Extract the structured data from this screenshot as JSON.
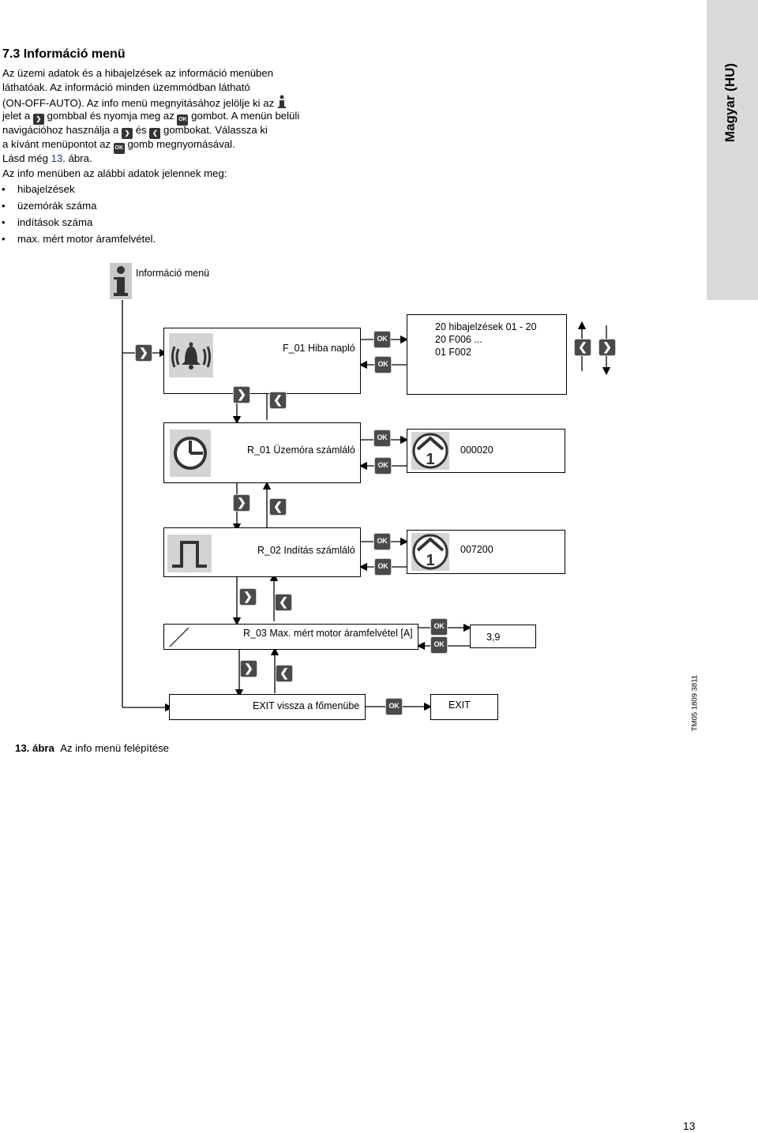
{
  "section_heading": "7.3 Információ menü",
  "intro": {
    "line1": "Az üzemi adatok és a hibajelzések az információ menüben",
    "line2": "láthatóak. Az információ minden üzemmódban látható",
    "line3a": "(ON-OFF-AUTO). Az info menü megnyitásához jelölje ki az",
    "line4a": "jelet a",
    "line4b": "gombbal és nyomja meg az",
    "line4c": "gombot. A menün belüli",
    "line5a": "navigációhoz használja a",
    "line5b": "és",
    "line5c": "gombokat. Válassza ki",
    "line6a": "a kívánt menüpontot az",
    "line6b": "gomb megnyomásával.",
    "line7a": "Lásd még",
    "line7_link": "13",
    "line7b": ". ábra.",
    "line8": "Az info menüben az alábbi adatok jelennek meg:"
  },
  "bullets": [
    "hibajelzések",
    "üzemórák száma",
    "indítások száma",
    "max. mért motor áramfelvétel."
  ],
  "side_tab": "Magyar (HU)",
  "diagram": {
    "title": "Információ menü",
    "f01_label": "F_01 Hiba napló",
    "f01_detail": [
      "20 hibajelzések 01 - 20",
      "20 F006 ...",
      "01 F002"
    ],
    "r01_label": "R_01 Üzemóra számláló",
    "r01_value": "000020",
    "r02_label": "R_02 Indítás számláló",
    "r02_value": "007200",
    "r03_label": "R_03 Max. mért motor áramfelvétel [A]",
    "r03_value": "3,9",
    "exit_label": "EXIT vissza a főmenübe",
    "exit_value": "EXIT",
    "ok_text": "OK",
    "counter_digit": "1"
  },
  "caption": {
    "num": "13. ábra",
    "text": "Az info menü felépítése"
  },
  "tm_code": "TM05 1809 3811",
  "page_number": "13"
}
